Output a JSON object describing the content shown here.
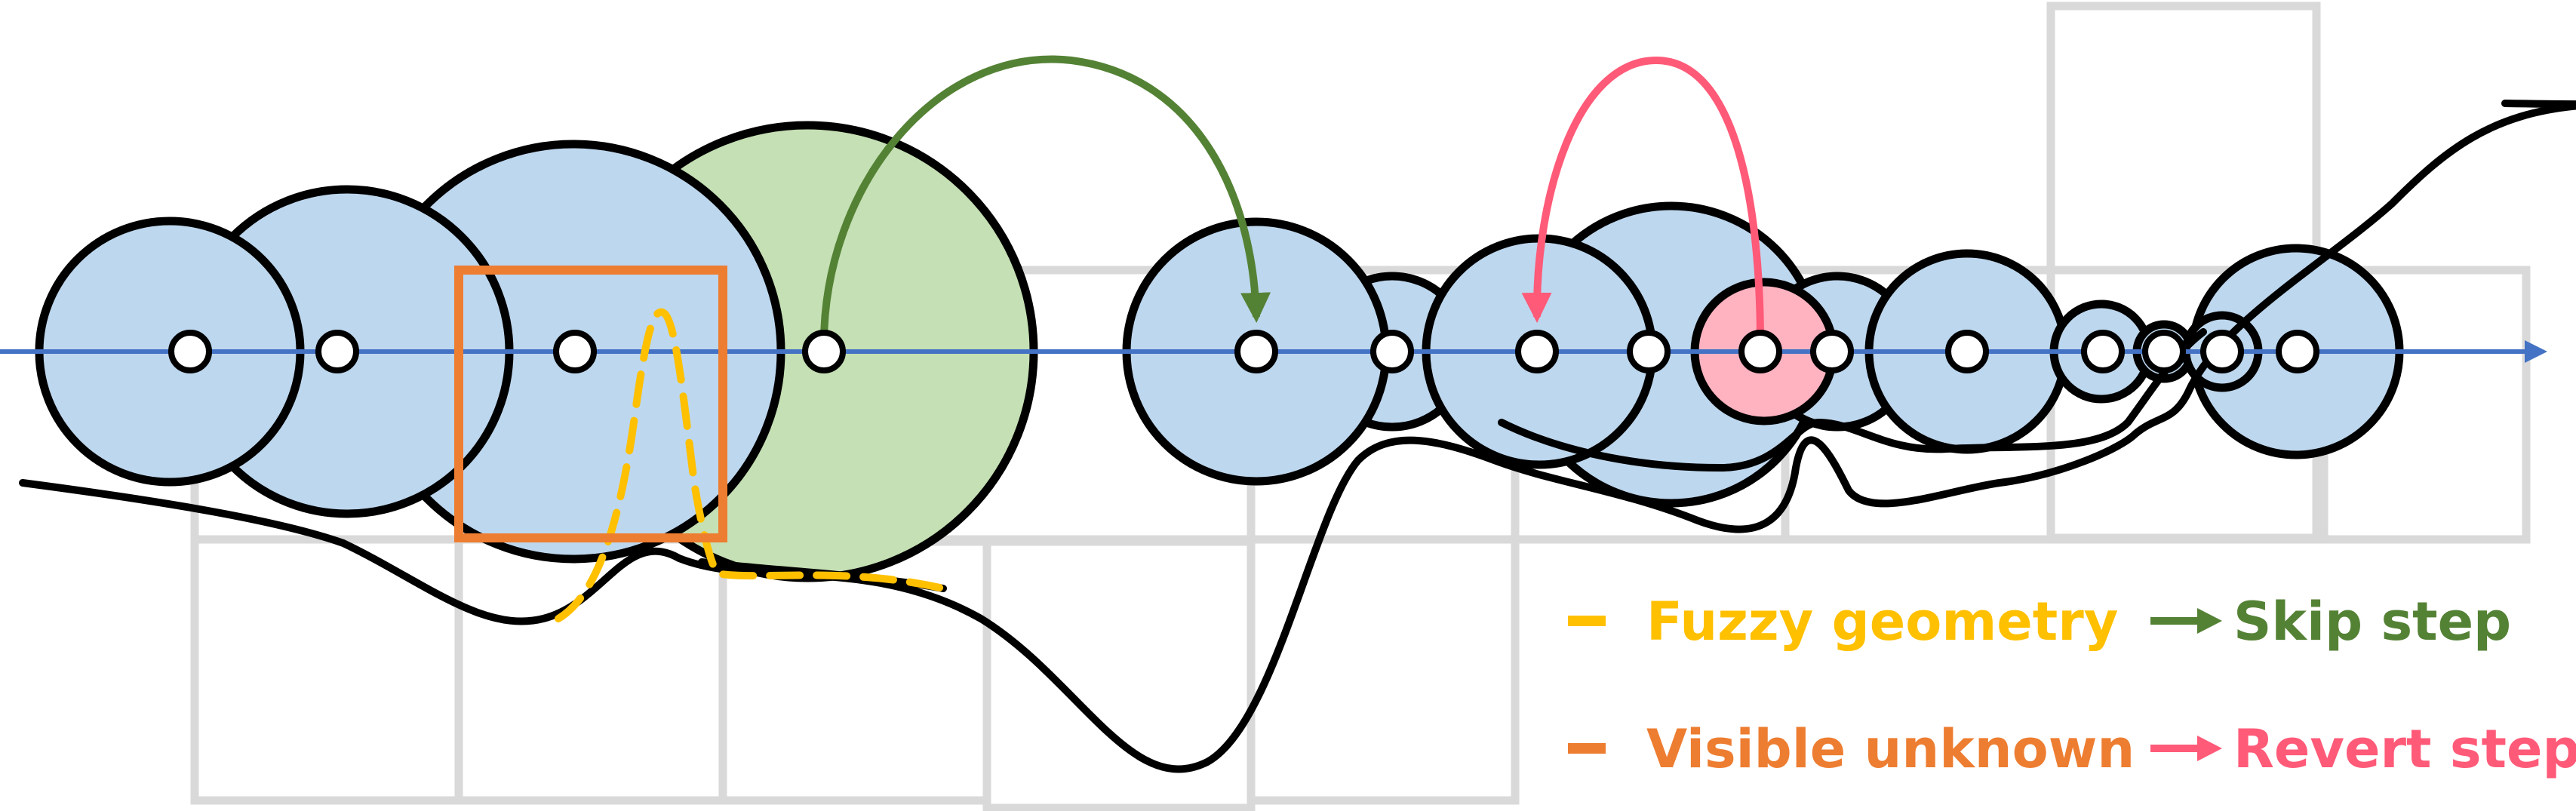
{
  "colors": {
    "circle_fill": "#bdd7ee",
    "circle_fill_green": "#c5e0b4",
    "circle_fill_pink": "#ffb3c1",
    "outline": "#000000",
    "axis": "#4472c4",
    "grid_box": "#d9d9d9",
    "fuzzy": "#ffc000",
    "visible_unknown": "#ed7d31",
    "skip": "#548235",
    "revert": "#ff5a78"
  },
  "legend": {
    "fuzzy_label": "Fuzzy geometry",
    "visible_unknown_label": "Visible unknown",
    "skip_label": "Skip step",
    "revert_label": "Revert step"
  },
  "icons": {
    "fuzzy": "dash-swatch",
    "visible_unknown": "dash-swatch",
    "skip": "arrow-right",
    "revert": "arrow-right"
  }
}
